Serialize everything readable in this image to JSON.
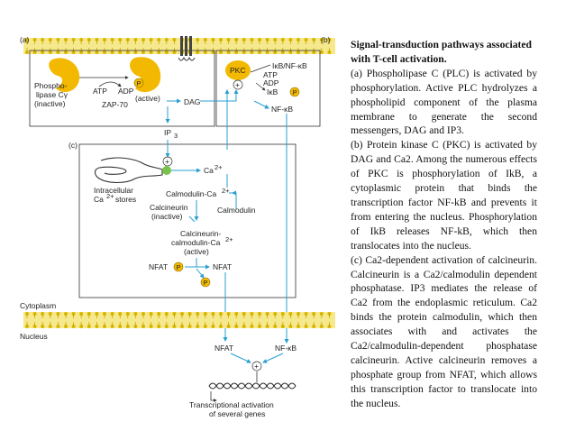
{
  "diagram": {
    "panel_a": "(a)",
    "panel_b": "(b)",
    "panel_c": "(c)",
    "plc_inactive": [
      "Phospho-",
      "lipase Cγ",
      "(inactive)"
    ],
    "atp": "ATP",
    "adp": "ADP",
    "zap70": "ZAP-70",
    "p": "P",
    "active": "(active)",
    "dag": "DAG",
    "ip3": "IP",
    "ip3_sub": "3",
    "pkc": "PKC",
    "ikb_nfkb": "IκB/NF-κB",
    "atp_b": "ATP",
    "adp_b": "ADP",
    "ikb": "IκB",
    "nfkb": "NF-κB",
    "plus": "+",
    "ca": "Ca",
    "ca_sup": "2+",
    "er_stores": [
      "Intracellular",
      "Ca",
      "stores"
    ],
    "calmodulin_ca": "Calmodulin-Ca",
    "calmodulin": "Calmodulin",
    "calcineurin_inactive": [
      "Calcineurin",
      "(inactive)"
    ],
    "calcineurin_complex": [
      "Calcineurin-",
      "calmodulin-Ca",
      "(active)"
    ],
    "nfat": "NFAT",
    "cytoplasm": "Cytoplasm",
    "nucleus": "Nucleus",
    "nfat_nuc": "NFAT",
    "nfkb_nuc": "NF-κB",
    "transcription": [
      "Transcriptional activation",
      "of several genes"
    ]
  },
  "text": {
    "title": "Signal-transduction pathways associated with T-cell activation.",
    "para_a": "(a) Phospholipase C (PLC) is activated by phosphorylation. Active PLC hydrolyzes a phospholipid component of the plasma membrane to generate the second messengers, DAG and IP3.",
    "para_b": "(b) Protein kinase C (PKC) is activated by DAG and Ca2. Among the numerous effects of PKC is phosphorylation of IkB, a cytoplasmic protein that binds the transcription factor NF-kB and prevents it from entering the nucleus. Phosphorylation of IkB releases NF-kB, which then translocates into the nucleus.",
    "para_c": "(c) Ca2-dependent activation of calcineurin. Calcineurin is a Ca2/calmodulin dependent phosphatase. IP3 mediates the release of Ca2 from the endoplasmic reticulum. Ca2 binds the protein calmodulin, which then associates with and activates the Ca2/calmodulin-dependent phosphatase calcineurin. Active calcineurin removes a phosphate group from NFAT, which allows this transcription factor to translocate into the nucleus."
  },
  "colors": {
    "membrane": "#f6e88c",
    "membrane_line": "#d9b600",
    "enzyme": "#f3b900",
    "arrow": "#2a9fd0",
    "green": "#79c24b"
  }
}
